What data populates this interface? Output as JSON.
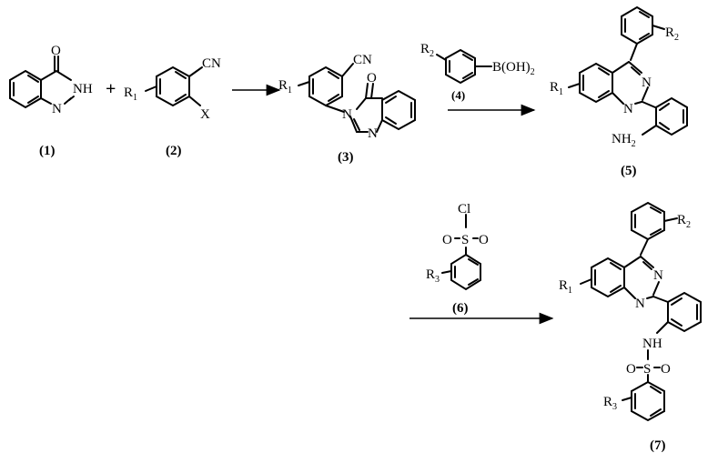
{
  "compounds": {
    "c1": {
      "label": "(1)",
      "atoms": {
        "o": "O",
        "nh": "NH",
        "n": "N"
      }
    },
    "c2": {
      "label": "(2)",
      "atoms": {
        "r1": "R",
        "r1_sub": "1",
        "cn": "CN",
        "x": "X"
      }
    },
    "c3": {
      "label": "(3)",
      "atoms": {
        "r1": "R",
        "r1_sub": "1",
        "cn": "CN",
        "o": "O",
        "n3": "N",
        "n1": "N"
      }
    },
    "c4": {
      "label": "(4)",
      "atoms": {
        "r2": "R",
        "r2_sub": "2",
        "b": "B(OH)",
        "b_sub": "2"
      }
    },
    "c5": {
      "label": "(5)",
      "atoms": {
        "r1": "R",
        "r1_sub": "1",
        "r2": "R",
        "r2_sub": "2",
        "n3": "N",
        "n1": "N",
        "nh2": "NH",
        "nh2_sub": "2"
      }
    },
    "c6": {
      "label": "(6)",
      "atoms": {
        "cl": "Cl",
        "s": "S",
        "o1": "O",
        "o2": "O",
        "r3": "R",
        "r3_sub": "3"
      }
    },
    "c7": {
      "label": "(7)",
      "atoms": {
        "r1": "R",
        "r1_sub": "1",
        "r2": "R",
        "r2_sub": "2",
        "n3": "N",
        "n1": "N",
        "nh": "NH",
        "s": "S",
        "o1": "O",
        "o2": "O",
        "r3": "R",
        "r3_sub": "3"
      }
    }
  },
  "plus_sign": "+"
}
